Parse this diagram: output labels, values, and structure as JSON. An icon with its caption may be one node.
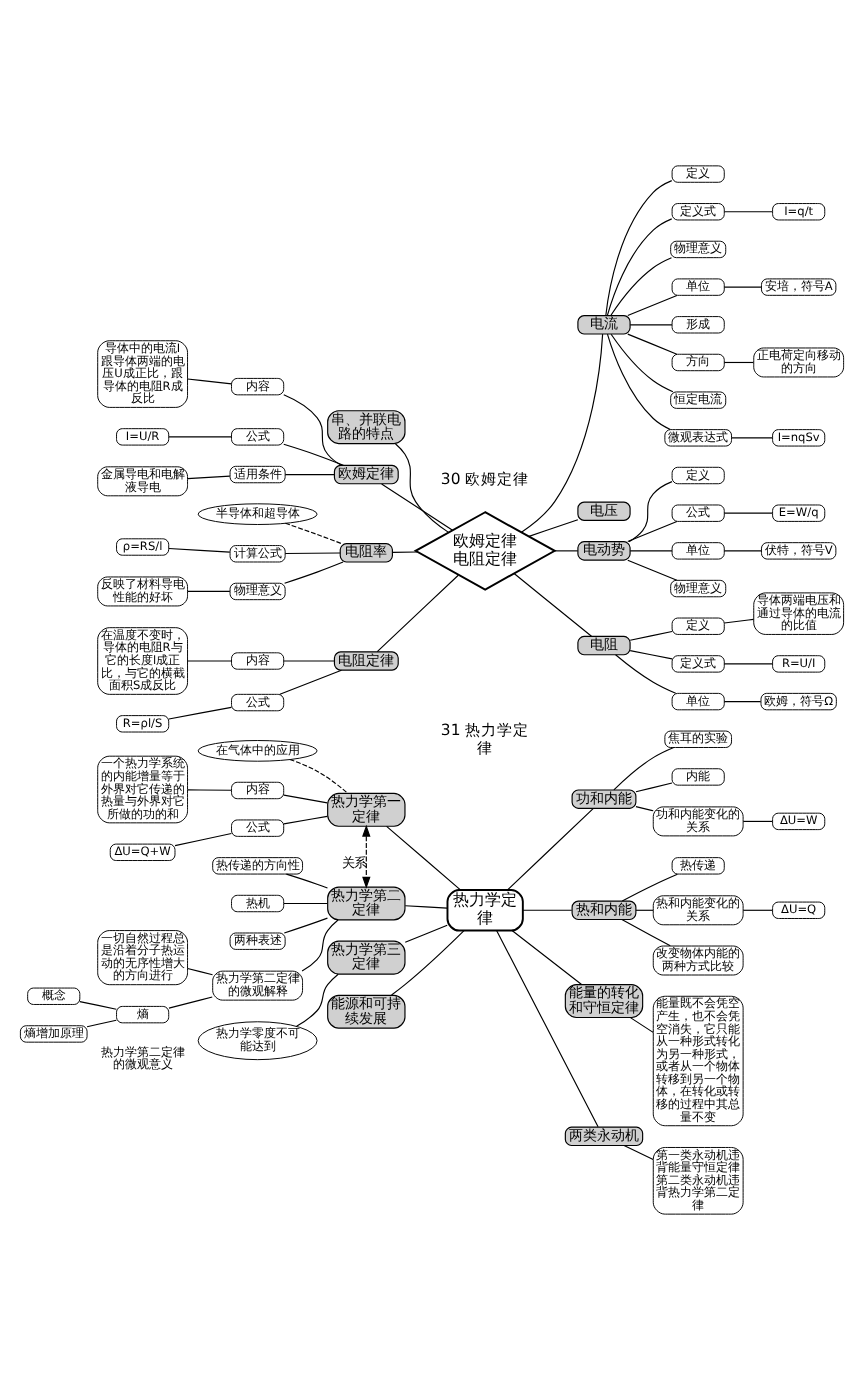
{
  "diagram": {
    "nodes": [
      {
        "text": [
          "欧姆定律电阻定律"
        ]
      },
      {
        "text": [
          "串、并联电路的特点"
        ]
      },
      {
        "text": [
          "欧姆定律"
        ]
      },
      {
        "text": [
          "内容"
        ]
      },
      {
        "text": [
          "导体中的电流I跟导体两端的电压U成正比，跟导体的电阻R成反比"
        ]
      },
      {
        "text": [
          "公式"
        ]
      },
      {
        "text": [
          "I=U/R"
        ]
      },
      {
        "text": [
          "适用条件"
        ]
      },
      {
        "text": [
          "金属导电和电解液导电"
        ]
      },
      {
        "text": [
          "电阻率"
        ]
      },
      {
        "text": [
          "半导体和超导体"
        ]
      },
      {
        "text": [
          "计算公式"
        ]
      },
      {
        "text": [
          "ρ=RS/l"
        ]
      },
      {
        "text": [
          "物理意义"
        ]
      },
      {
        "text": [
          "反映了材料导电性能的好坏"
        ]
      },
      {
        "text": [
          "电阻定律"
        ]
      },
      {
        "text": [
          "内容"
        ]
      },
      {
        "text": [
          "在温度不变时，导体的电阻R与它的长度l成正比，与它的横截面积S成反比"
        ]
      },
      {
        "text": [
          "公式"
        ]
      },
      {
        "text": [
          "R=ρl/S"
        ]
      },
      {
        "text": [
          "电流"
        ]
      },
      {
        "text": [
          "定义"
        ]
      },
      {
        "text": [
          "定义式"
        ]
      },
      {
        "text": [
          "I=q/t"
        ]
      },
      {
        "text": [
          "物理意义"
        ]
      },
      {
        "text": [
          "单位"
        ]
      },
      {
        "text": [
          "安培，符号A"
        ]
      },
      {
        "text": [
          "形成"
        ]
      },
      {
        "text": [
          "方向"
        ]
      },
      {
        "text": [
          "正电荷定向移动的方向"
        ]
      },
      {
        "text": [
          "恒定电流"
        ]
      },
      {
        "text": [
          "微观表达式"
        ]
      },
      {
        "text": [
          "I=nqSv"
        ]
      },
      {
        "text": [
          "电压"
        ]
      },
      {
        "text": [
          "电动势"
        ]
      },
      {
        "text": [
          "定义"
        ]
      },
      {
        "text": [
          "公式"
        ]
      },
      {
        "text": [
          "E=W/q"
        ]
      },
      {
        "text": [
          "单位"
        ]
      },
      {
        "text": [
          "伏特，符号V"
        ]
      },
      {
        "text": [
          "物理意义"
        ]
      },
      {
        "text": [
          "电阻"
        ]
      },
      {
        "text": [
          "定义"
        ]
      },
      {
        "text": [
          "导体两端电压和通过导体的电流的比值"
        ]
      },
      {
        "text": [
          "定义式"
        ]
      },
      {
        "text": [
          "R=U/I"
        ]
      },
      {
        "text": [
          "单位"
        ]
      },
      {
        "text": [
          "欧姆，符号Ω"
        ]
      },
      {
        "text": [
          "热力学定律"
        ]
      },
      {
        "text": [
          "热力学第一定律"
        ]
      },
      {
        "text": [
          "在气体中的应用"
        ]
      },
      {
        "text": [
          "内容"
        ]
      },
      {
        "text": [
          "一个热力学系统的内能增量等于外界对它传递的热量与外界对它所做的功的和"
        ]
      },
      {
        "text": [
          "公式"
        ]
      },
      {
        "text": [
          "ΔU=Q+W"
        ]
      },
      {
        "text": [
          "热力学第二定律"
        ]
      },
      {
        "text": [
          "热传递的方向性"
        ]
      },
      {
        "text": [
          "热机"
        ]
      },
      {
        "text": [
          "两种表述"
        ]
      },
      {
        "text": [
          "热力学第二定律的微观解释"
        ]
      },
      {
        "text": [
          "一切自然过程总是沿着分子热运动的无序性增大的方向进行"
        ]
      },
      {
        "text": [
          "熵"
        ]
      },
      {
        "text": [
          "概念"
        ]
      },
      {
        "text": [
          "熵增加原理"
        ]
      },
      {
        "text": [
          "热力学第三定律"
        ]
      },
      {
        "text": [
          "热力学零度不可能达到"
        ]
      },
      {
        "text": [
          "能源和可持续发展"
        ]
      },
      {
        "text": [
          "功和内能"
        ]
      },
      {
        "text": [
          "焦耳的实验"
        ]
      },
      {
        "text": [
          "内能"
        ]
      },
      {
        "text": [
          "功和内能变化的关系"
        ]
      },
      {
        "text": [
          "ΔU=W"
        ]
      },
      {
        "text": [
          "热和内能"
        ]
      },
      {
        "text": [
          "热传递"
        ]
      },
      {
        "text": [
          "热和内能变化的关系"
        ]
      },
      {
        "text": [
          "ΔU=Q"
        ]
      },
      {
        "text": [
          "改变物体内能的两种方式比较"
        ]
      },
      {
        "text": [
          "能量的转化和守恒定律"
        ]
      },
      {
        "text": [
          "能量既不会凭空产生，也不会凭空消失，它只能从一种形式转化为另一种形式，或者从一个物体转移到另一个物体，在转化或转移的过程中其总量不变"
        ]
      },
      {
        "text": [
          "两类永动机"
        ]
      },
      {
        "text": [
          "第一类永动机违背能量守恒定律",
          "第二类永动机违背热力学第二定律"
        ]
      }
    ],
    "edges": [
      {
        "from": 0,
        "to": 1,
        "arrow": "none"
      },
      {
        "from": 0,
        "to": 2,
        "arrow": "none"
      },
      {
        "from": 2,
        "to": 3,
        "arrow": "none"
      },
      {
        "from": 3,
        "to": 4,
        "arrow": "none"
      },
      {
        "from": 2,
        "to": 5,
        "arrow": "none"
      },
      {
        "from": 5,
        "to": 6,
        "arrow": "none"
      },
      {
        "from": 2,
        "to": 7,
        "arrow": "none"
      },
      {
        "from": 7,
        "to": 8,
        "arrow": "none"
      },
      {
        "from": 0,
        "to": 9,
        "arrow": "none"
      },
      {
        "from": 9,
        "to": 10,
        "arrow": "none",
        "style": "dashed"
      },
      {
        "from": 9,
        "to": 11,
        "arrow": "none"
      },
      {
        "from": 11,
        "to": 12,
        "arrow": "none"
      },
      {
        "from": 9,
        "to": 13,
        "arrow": "none"
      },
      {
        "from": 13,
        "to": 14,
        "arrow": "none"
      },
      {
        "from": 0,
        "to": 15,
        "arrow": "none"
      },
      {
        "from": 15,
        "to": 16,
        "arrow": "none"
      },
      {
        "from": 16,
        "to": 17,
        "arrow": "none"
      },
      {
        "from": 15,
        "to": 18,
        "arrow": "none"
      },
      {
        "from": 18,
        "to": 19,
        "arrow": "none"
      },
      {
        "from": 0,
        "to": 20,
        "arrow": "none"
      },
      {
        "from": 20,
        "to": 21,
        "arrow": "none"
      },
      {
        "from": 20,
        "to": 22,
        "arrow": "none"
      },
      {
        "from": 22,
        "to": 23,
        "arrow": "none"
      },
      {
        "from": 20,
        "to": 24,
        "arrow": "none"
      },
      {
        "from": 20,
        "to": 25,
        "arrow": "none"
      },
      {
        "from": 25,
        "to": 26,
        "arrow": "none"
      },
      {
        "from": 20,
        "to": 27,
        "arrow": "none"
      },
      {
        "from": 20,
        "to": 28,
        "arrow": "none"
      },
      {
        "from": 28,
        "to": 29,
        "arrow": "none"
      },
      {
        "from": 20,
        "to": 30,
        "arrow": "none"
      },
      {
        "from": 20,
        "to": 31,
        "arrow": "none"
      },
      {
        "from": 31,
        "to": 32,
        "arrow": "none"
      },
      {
        "from": 0,
        "to": 33,
        "arrow": "none"
      },
      {
        "from": 0,
        "to": 34,
        "arrow": "none"
      },
      {
        "from": 34,
        "to": 35,
        "arrow": "none"
      },
      {
        "from": 34,
        "to": 36,
        "arrow": "none"
      },
      {
        "from": 36,
        "to": 37,
        "arrow": "none"
      },
      {
        "from": 34,
        "to": 38,
        "arrow": "none"
      },
      {
        "from": 38,
        "to": 39,
        "arrow": "none"
      },
      {
        "from": 34,
        "to": 40,
        "arrow": "none"
      },
      {
        "from": 0,
        "to": 41,
        "arrow": "none"
      },
      {
        "from": 41,
        "to": 42,
        "arrow": "none"
      },
      {
        "from": 42,
        "to": 43,
        "arrow": "none"
      },
      {
        "from": 41,
        "to": 44,
        "arrow": "none"
      },
      {
        "from": 44,
        "to": 45,
        "arrow": "none"
      },
      {
        "from": 41,
        "to": 46,
        "arrow": "none"
      },
      {
        "from": 46,
        "to": 47,
        "arrow": "none"
      },
      {
        "from": 48,
        "to": 49,
        "arrow": "none"
      },
      {
        "from": 49,
        "to": 50,
        "arrow": "none",
        "style": "dashed"
      },
      {
        "from": 49,
        "to": 51,
        "arrow": "none"
      },
      {
        "from": 51,
        "to": 52,
        "arrow": "none"
      },
      {
        "from": 49,
        "to": 53,
        "arrow": "none"
      },
      {
        "from": 53,
        "to": 54,
        "arrow": "none"
      },
      {
        "from": 49,
        "to": 55,
        "arrow": "both",
        "style": "dashed",
        "label": "关系"
      },
      {
        "from": 48,
        "to": 55,
        "arrow": "none"
      },
      {
        "from": 55,
        "to": 56,
        "arrow": "none"
      },
      {
        "from": 55,
        "to": 57,
        "arrow": "none"
      },
      {
        "from": 55,
        "to": 58,
        "arrow": "none"
      },
      {
        "from": 55,
        "to": 59,
        "arrow": "none"
      },
      {
        "from": 59,
        "to": 60,
        "arrow": "none"
      },
      {
        "from": 59,
        "to": 61,
        "arrow": "none"
      },
      {
        "from": 61,
        "to": 62,
        "arrow": "none"
      },
      {
        "from": 61,
        "to": 63,
        "arrow": "none"
      },
      {
        "from": 48,
        "to": 64,
        "arrow": "none"
      },
      {
        "from": 64,
        "to": 65,
        "arrow": "none"
      },
      {
        "from": 48,
        "to": 66,
        "arrow": "none"
      },
      {
        "from": 48,
        "to": 67,
        "arrow": "none"
      },
      {
        "from": 67,
        "to": 68,
        "arrow": "none"
      },
      {
        "from": 67,
        "to": 69,
        "arrow": "none"
      },
      {
        "from": 67,
        "to": 70,
        "arrow": "none"
      },
      {
        "from": 70,
        "to": 71,
        "arrow": "none"
      },
      {
        "from": 48,
        "to": 72,
        "arrow": "none"
      },
      {
        "from": 72,
        "to": 73,
        "arrow": "none"
      },
      {
        "from": 72,
        "to": 74,
        "arrow": "none"
      },
      {
        "from": 74,
        "to": 75,
        "arrow": "none"
      },
      {
        "from": 72,
        "to": 76,
        "arrow": "none"
      },
      {
        "from": 48,
        "to": 77,
        "arrow": "none"
      },
      {
        "from": 77,
        "to": 78,
        "arrow": "none"
      },
      {
        "from": 48,
        "to": 79,
        "arrow": "none"
      },
      {
        "from": 79,
        "to": 80,
        "arrow": "none"
      }
    ],
    "labels": [
      "30 欧姆定律",
      "31 热力学定律",
      "热力学第二定律的微观意义"
    ]
  }
}
